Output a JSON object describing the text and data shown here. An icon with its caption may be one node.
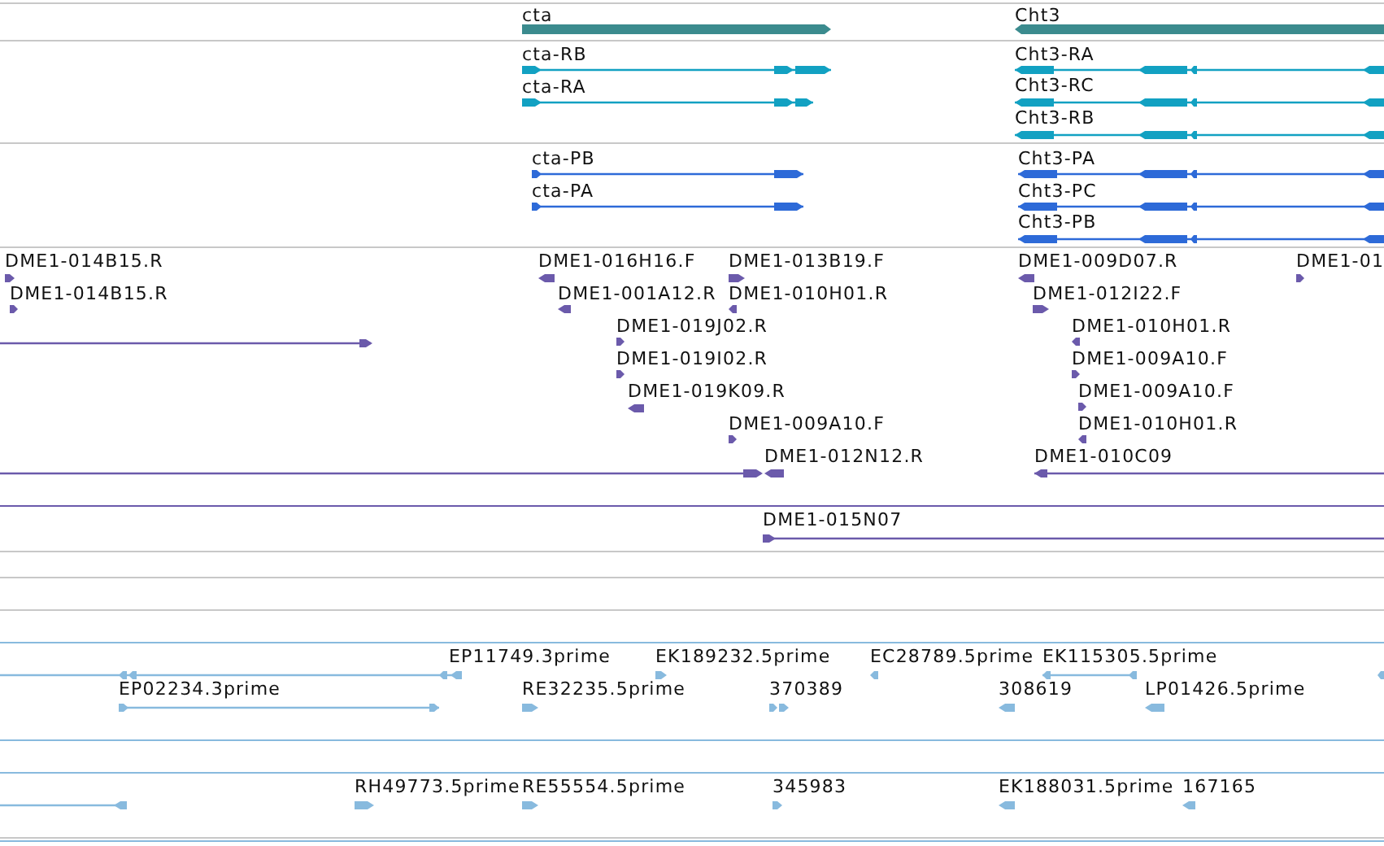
{
  "diagram": {
    "labels": [
      "cta",
      "Cht3",
      "cta-RB",
      "cta-RA",
      "Cht3-RA",
      "Cht3-RC",
      "Cht3-RB",
      "cta-PB",
      "cta-PA",
      "Cht3-PA",
      "Cht3-PC",
      "Cht3-PB",
      "DME1-014B15.R",
      "DME1-016H16.F",
      "DME1-013B19.F",
      "DME1-009D07.R",
      "DME1-01",
      "DME1-014B15.R",
      "DME1-001A12.R",
      "DME1-010H01.R",
      "DME1-012I22.F",
      "DME1-019J02.R",
      "DME1-010H01.R",
      "DME1-019I02.R",
      "DME1-009A10.F",
      "DME1-019K09.R",
      "DME1-009A10.F",
      "DME1-009A10.F",
      "DME1-010H01.R",
      "DME1-012N12.R",
      "DME1-010C09",
      "DME1-015N07",
      "EP11749.3prime",
      "EK189232.5prime",
      "EC28789.5prime",
      "EK115305.5prime",
      "EP02234.3prime",
      "RE32235.5prime",
      "370389",
      "308619",
      "LP01426.5prime",
      "RH49773.5prime",
      "RE55554.5prime",
      "345983",
      "EK188031.5prime",
      "167165"
    ]
  }
}
